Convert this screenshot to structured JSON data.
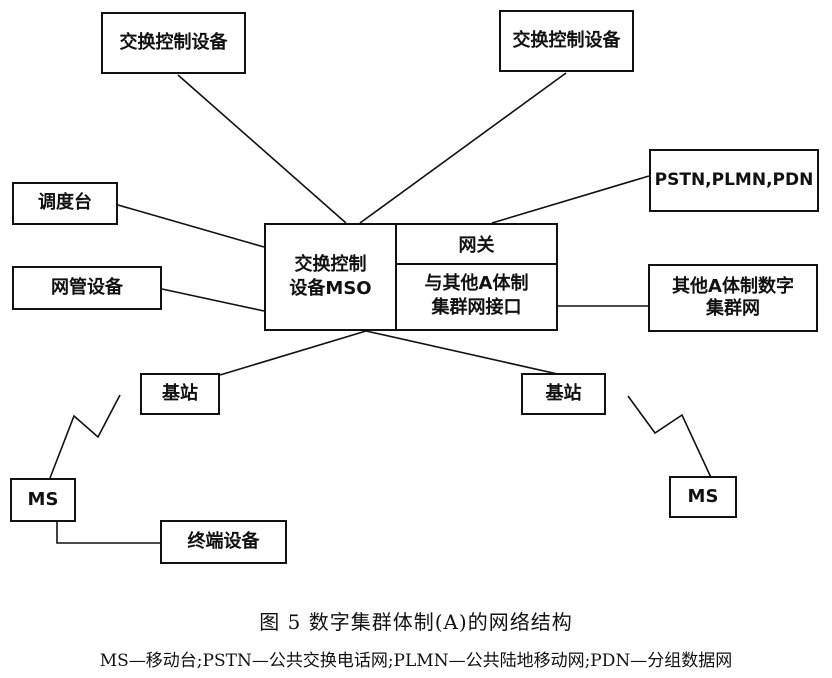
{
  "nodes": {
    "switch_control_left": "交换控制设备",
    "switch_control_right": "交换控制设备",
    "dispatch_console": "调度台",
    "network_management": "网管设备",
    "pstn_plmn_pdn": "PSTN,PLMN,PDN",
    "other_a_networks": "其他A体制数字\n集群网",
    "base_station_left": "基站",
    "base_station_right": "基站",
    "ms_left": "MS",
    "ms_right": "MS",
    "terminal_equipment": "终端设备"
  },
  "mso": {
    "label": "交换控制\n设备MSO",
    "gateway": "网关",
    "interface": "与其他A体制\n集群网接口"
  },
  "caption": {
    "title": "图 5   数字集群体制(A)的网络结构",
    "legend": "MS—移动台;PSTN—公共交换电话网;PLMN—公共陆地移动网;PDN—分组数据网"
  }
}
